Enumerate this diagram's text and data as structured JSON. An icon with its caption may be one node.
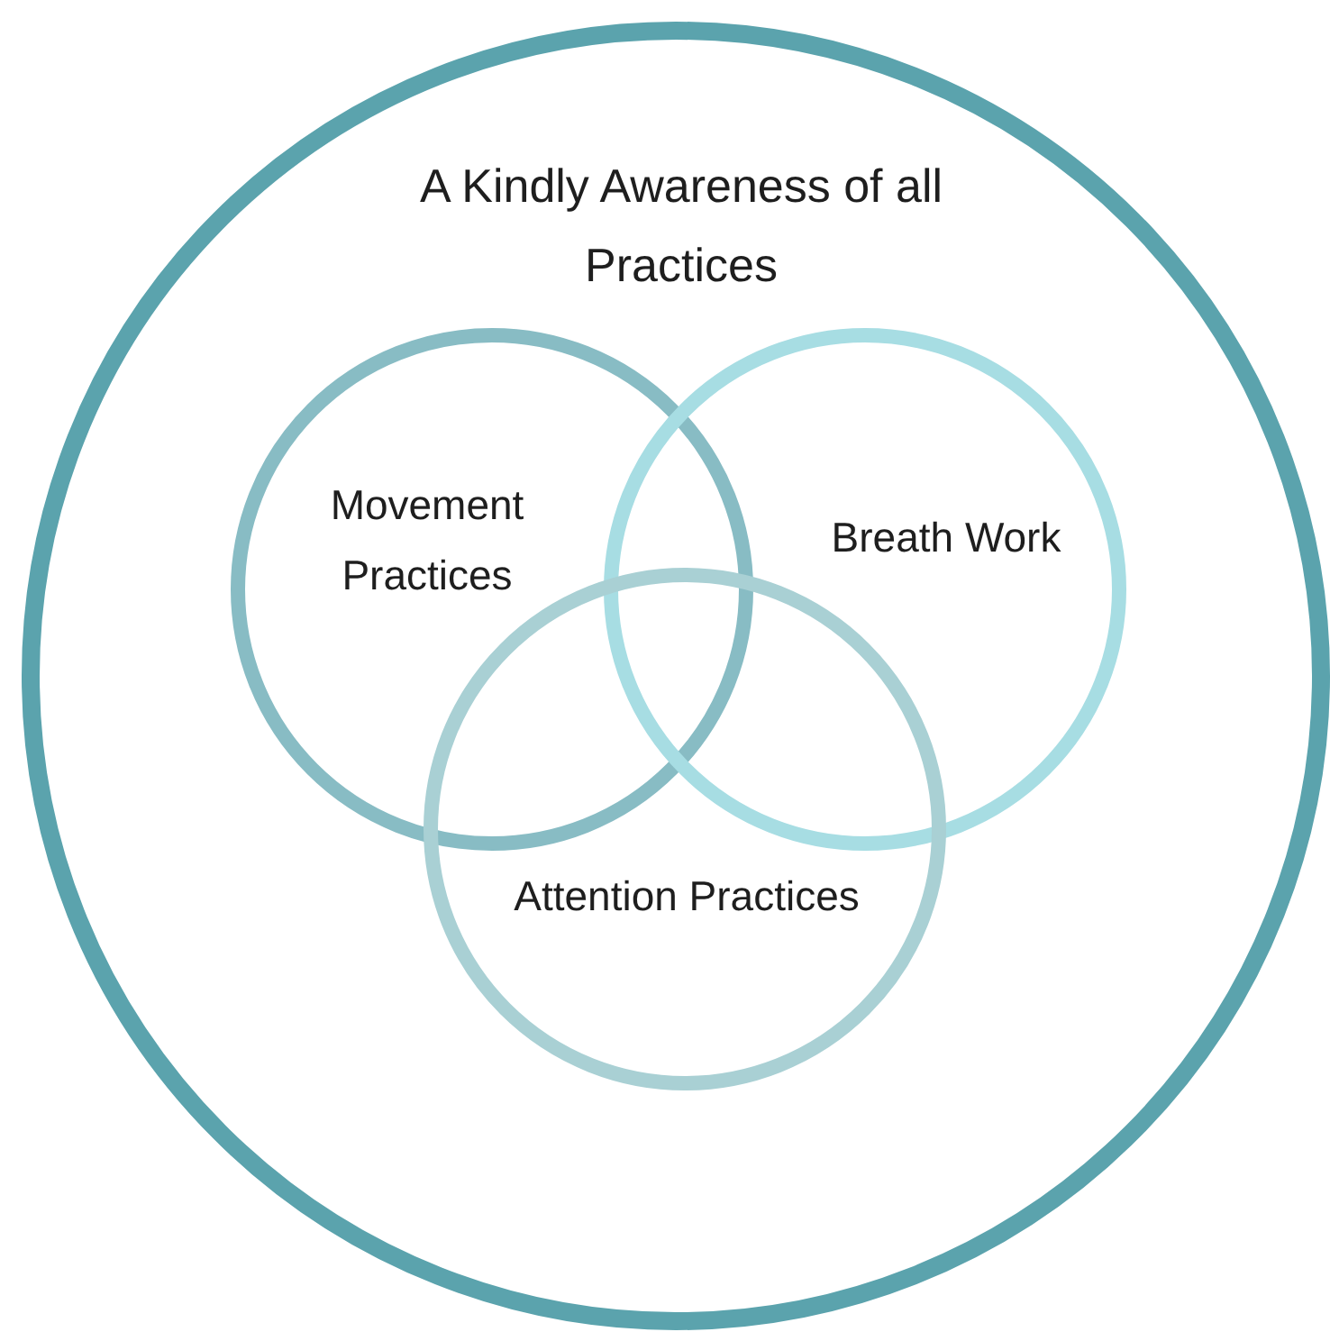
{
  "diagram": {
    "nodes": [
      {
        "text": [
          "A Kindly Awareness of all Practices"
        ]
      },
      {
        "text": [
          "Movement Practices"
        ],
        "in": 0
      },
      {
        "text": [
          "Breath Work"
        ],
        "in": 0
      },
      {
        "text": [
          "Attention Practices"
        ],
        "in": 0
      }
    ]
  }
}
